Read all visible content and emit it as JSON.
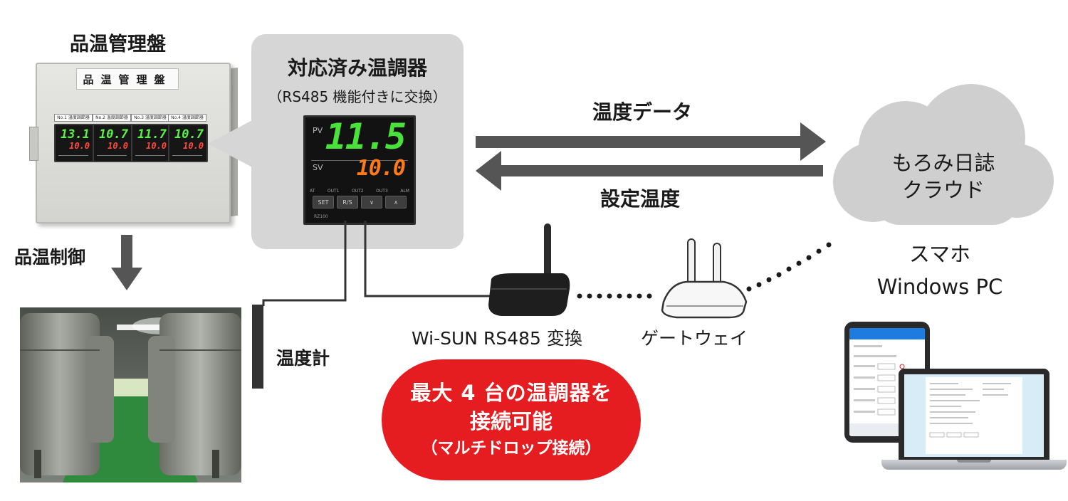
{
  "labels": {
    "panel_title": "品温管理盤",
    "panel_nameplate": "品温管理盤",
    "temp_control": "品温制御",
    "controller_title": "対応済み温調器",
    "controller_subtitle": "（RS485 機能付きに交換）",
    "thermometer": "温度計",
    "temp_data": "温度データ",
    "set_temp": "設定温度",
    "cloud_line1": "もろみ日誌",
    "cloud_line2": "クラウド",
    "devices_line1": "スマホ",
    "devices_line2": "Windows PC",
    "wisun_converter": "Wi-SUN RS485 変換",
    "gateway": "ゲートウェイ"
  },
  "callout": {
    "line1": "最大 4 台の温調器を",
    "line2": "接続可能",
    "line3": "（マルチドロップ接続）"
  },
  "controller_display": {
    "pv_label": "PV",
    "pv_value": "11.5",
    "sv_label": "SV",
    "sv_value": "10.0",
    "leds": [
      "AT",
      "OUT1",
      "OUT2",
      "OUT3",
      "ALM"
    ],
    "keys": [
      "SET",
      "R/S",
      "∨",
      "∧"
    ],
    "model": "RZ100"
  },
  "panel_units": [
    {
      "tag": "No.1 温度調節器",
      "pv": "13.1",
      "sv": "10.0"
    },
    {
      "tag": "No.2 温度調節器",
      "pv": "10.7",
      "sv": "10.0"
    },
    {
      "tag": "No.3 温度調節器",
      "pv": "11.7",
      "sv": "10.0"
    },
    {
      "tag": "No.4 温度調節器",
      "pv": "10.7",
      "sv": "10.0"
    }
  ],
  "colors": {
    "pv_green": "#49e23a",
    "sv_orange": "#ff7a1a",
    "callout_red": "#e51d20",
    "arrow_gray": "#555555",
    "bubble_gray": "#d6d6d6",
    "cloud_gray": "#cfcfcf"
  }
}
